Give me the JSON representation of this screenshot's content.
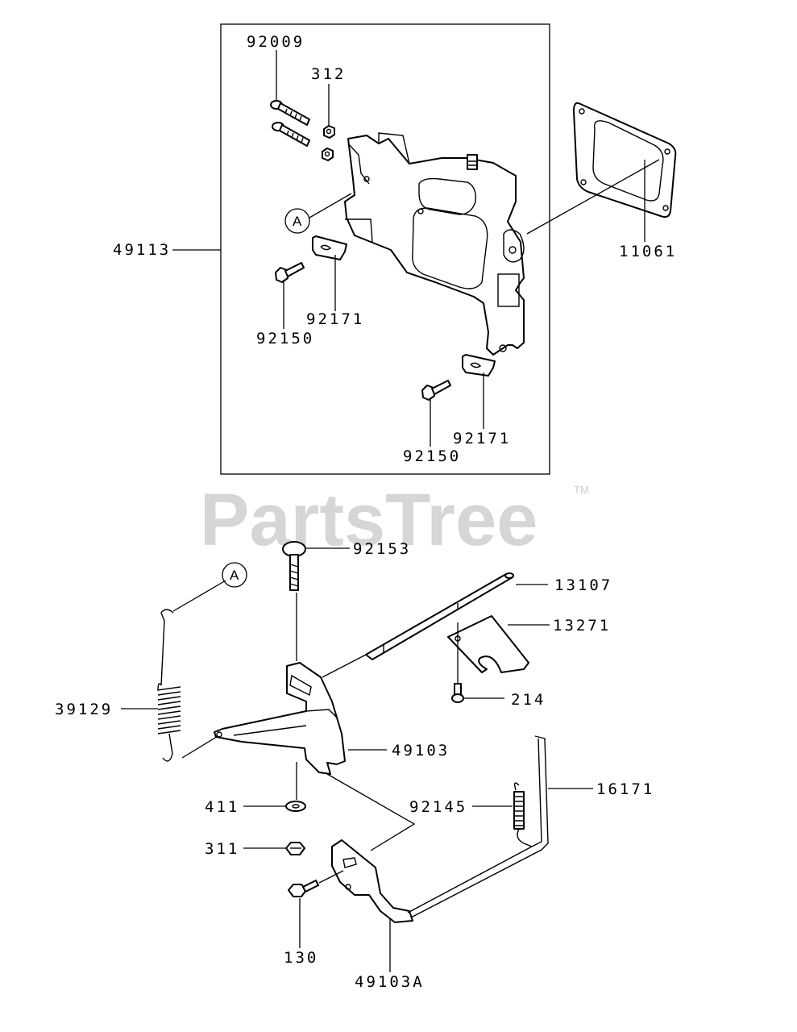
{
  "watermark": {
    "text": "PartsTree",
    "tm": "TM"
  },
  "callout": {
    "letter": "A"
  },
  "labels": {
    "p92009": "92009",
    "p312": "312",
    "p49113": "49113",
    "p11061": "11061",
    "p92171a": "92171",
    "p92150a": "92150",
    "p92171b": "92171",
    "p92150b": "92150",
    "p92153": "92153",
    "p13107": "13107",
    "p13271": "13271",
    "p214": "214",
    "p39129": "39129",
    "p49103": "49103",
    "p411": "411",
    "p92145": "92145",
    "p16171": "16171",
    "p311": "311",
    "p130": "130",
    "p49103A": "49103A"
  }
}
